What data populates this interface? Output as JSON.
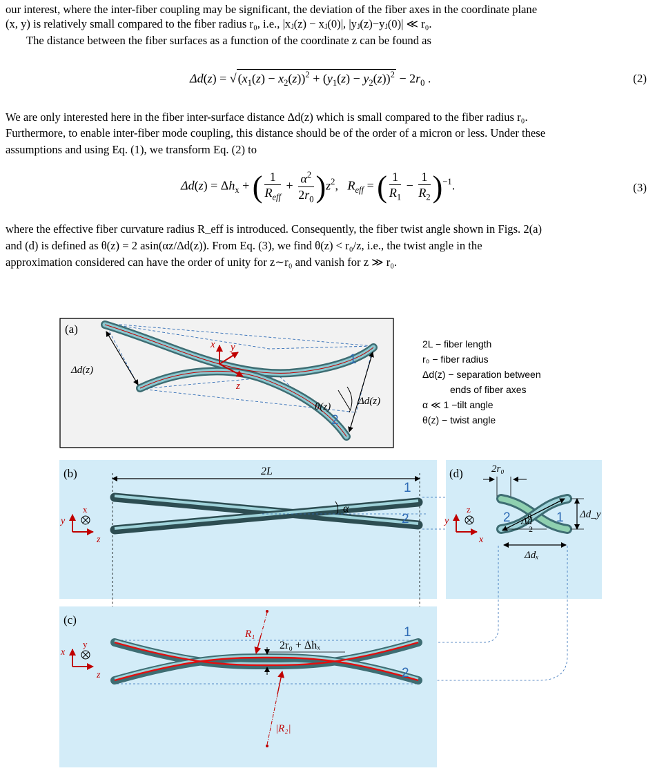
{
  "text": {
    "l1": "our interest, where the inter-fiber coupling may be significant, the deviation of the fiber axes in the coordinate plane",
    "l2": "(x, y) is relatively small compared to the fiber radius r₀, i.e., |xⱼ(z) − xⱼ(0)|, |yⱼ(z)−yⱼ(0)| ≪ r₀.",
    "l3": "The distance between the fiber surfaces as a function of the coordinate z can be found as",
    "l4": "We are only interested here in the fiber inter-surface distance Δd(z) which is small compared to the fiber radius r₀.",
    "l5": "Furthermore, to enable inter-fiber mode coupling, this distance should be of the order of a micron or less.  Under these",
    "l6": "assumptions and using Eq. (1), we transform Eq. (2) to",
    "l7": "where the effective fiber curvature radius R_eff is introduced. Consequently, the fiber twist angle shown in Figs. 2(a)",
    "l8": "and (d) is defined as θ(z) = 2 asin(αz/Δd(z)). From Eq. (3), we find θ(z) < r₀/z, i.e., the twist angle in the",
    "l9": "approximation considered can have the order of unity for z∼r₀ and vanish for z ≫ r₀."
  },
  "equations": {
    "eq2_number": "(2)",
    "eq3_number": "(3)"
  },
  "figure": {
    "panel_a": "(a)",
    "panel_b": "(b)",
    "panel_c": "(c)",
    "panel_d": "(d)",
    "legend": [
      "2L − fiber length",
      "r₀ − fiber radius",
      "Δd(z) − separation between",
      "ends of fiber axes",
      "α ≪ 1 −tilt angle",
      "θ(z) − twist angle"
    ],
    "labels": {
      "fiber1": "1",
      "fiber2": "2",
      "delta_d": "Δd(z)",
      "theta": "θ(z)",
      "length": "2L",
      "alpha": "α",
      "two_r0": "2r₀",
      "delta_dx": "Δdₓ",
      "delta_dy": "Δd_y",
      "r1": "R₁",
      "r2": "|R₂|",
      "gap": "2r₀ + Δhₓ",
      "theta_half": "θ",
      "two": "2",
      "delta_d_small": "Δd"
    },
    "axes": {
      "x": "x",
      "y": "y",
      "z": "z"
    }
  },
  "colors": {
    "panel_bg": "#d3ecf8",
    "fiber": "#6aaab4",
    "fiber_dark": "#3e6d73",
    "red": "#c00000",
    "blue_label": "#2e6bb5",
    "dash": "#2e6bb5"
  }
}
